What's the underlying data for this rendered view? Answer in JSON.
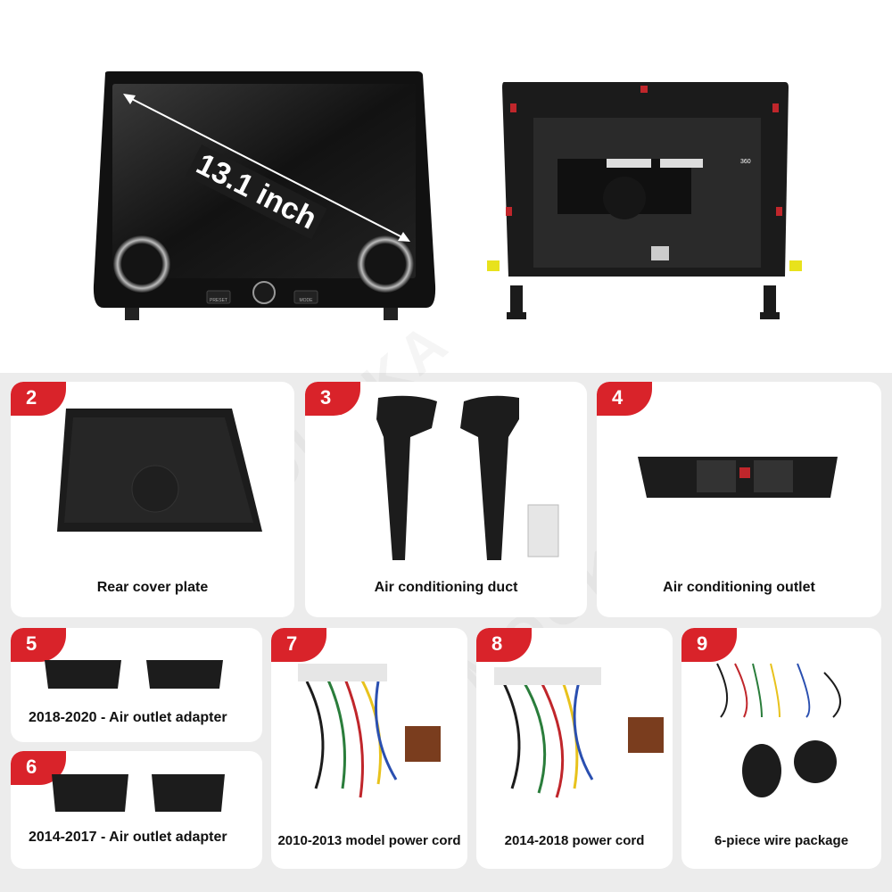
{
  "watermark": "MOOKAKA",
  "hero": {
    "size_label": "13.1 inch",
    "left_button_label": "PRESET",
    "right_button_label": "MODE",
    "rear_sticker_label": "360"
  },
  "items": [
    {
      "number": "2",
      "caption": "Rear cover plate"
    },
    {
      "number": "3",
      "caption": "Air conditioning duct"
    },
    {
      "number": "4",
      "caption": "Air conditioning outlet"
    },
    {
      "number": "5",
      "caption": "2018-2020 - Air outlet adapter"
    },
    {
      "number": "6",
      "caption": "2014-2017 - Air outlet adapter"
    },
    {
      "number": "7",
      "caption": "2010-2013 model power cord"
    },
    {
      "number": "8",
      "caption": "2014-2018 power cord"
    },
    {
      "number": "9",
      "caption": "6-piece wire package"
    }
  ],
  "colors": {
    "badge": "#d9232a",
    "background": "#ececec",
    "card": "#ffffff"
  }
}
